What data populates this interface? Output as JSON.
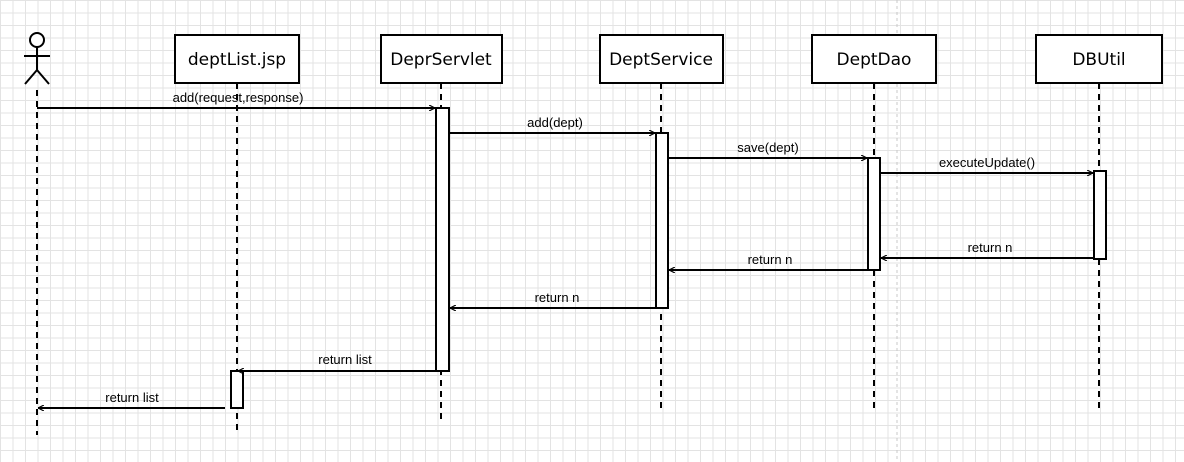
{
  "participants": {
    "actor": {
      "label": ""
    },
    "deptlist_jsp": {
      "label": "deptList.jsp"
    },
    "depr_servlet": {
      "label": "DeprServlet"
    },
    "dept_service": {
      "label": "DeptService"
    },
    "dept_dao": {
      "label": "DeptDao"
    },
    "dbutil": {
      "label": "DBUtil"
    }
  },
  "messages": {
    "m1": {
      "from": "actor",
      "to": "depr_servlet",
      "label": "add(request,response)"
    },
    "m2": {
      "from": "depr_servlet",
      "to": "dept_service",
      "label": "add(dept)"
    },
    "m3": {
      "from": "dept_service",
      "to": "dept_dao",
      "label": "save(dept)"
    },
    "m4": {
      "from": "dept_dao",
      "to": "dbutil",
      "label": "executeUpdate()"
    },
    "m5": {
      "from": "dbutil",
      "to": "dept_dao",
      "label": "return n"
    },
    "m6": {
      "from": "dept_dao",
      "to": "dept_service",
      "label": "return n"
    },
    "m7": {
      "from": "dept_service",
      "to": "depr_servlet",
      "label": "return n"
    },
    "m8": {
      "from": "depr_servlet",
      "to": "deptlist_jsp",
      "label": "return list"
    },
    "m9": {
      "from": "deptlist_jsp",
      "to": "actor",
      "label": "return list"
    }
  }
}
